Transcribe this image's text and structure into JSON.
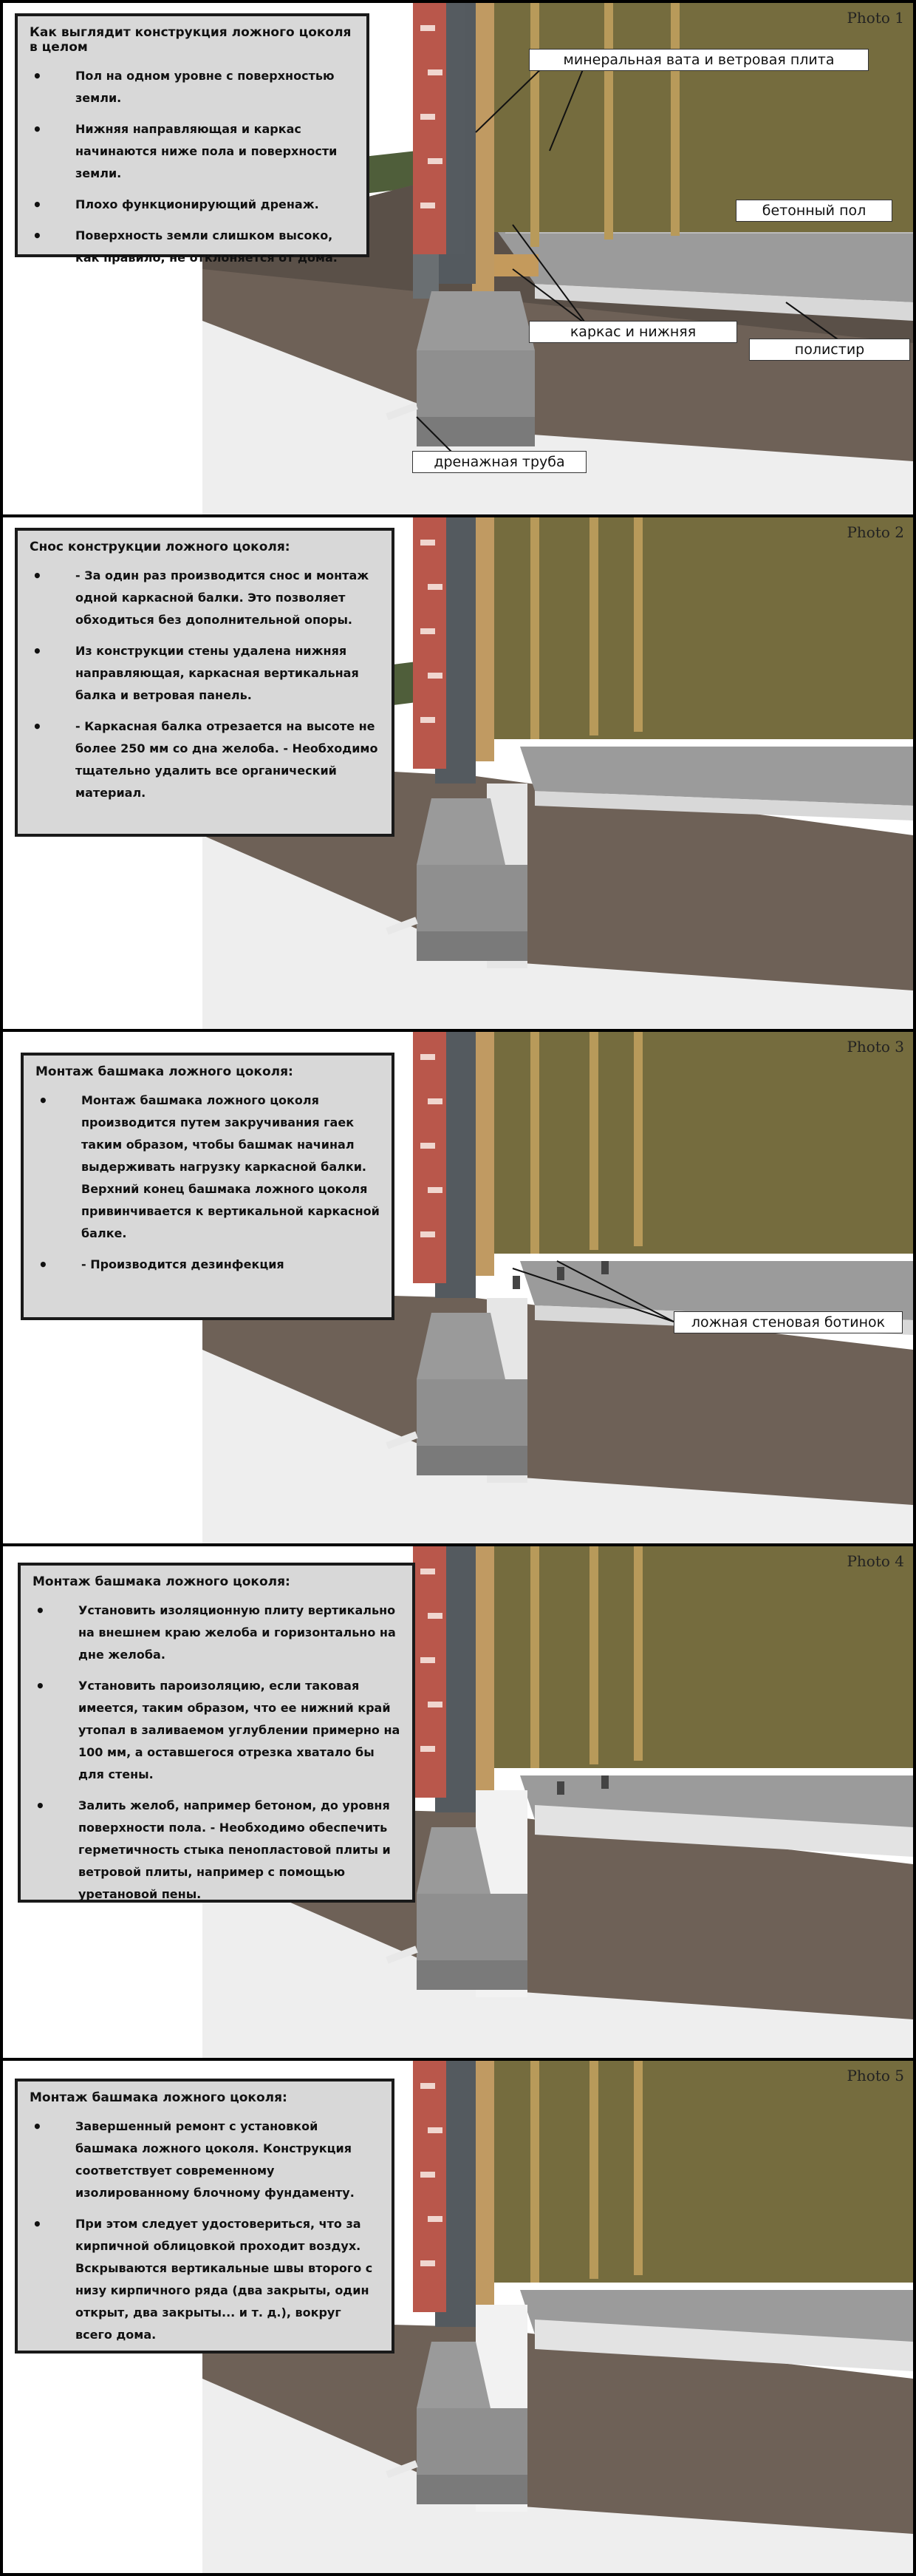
{
  "panels": [
    {
      "photo_label": "Photo 1",
      "title": "Как выглядит конструкция ложного цоколя в целом",
      "bullets": [
        "Пол на одном уровне с поверхностью земли.",
        "Нижняя направляющая и каркас начинаются ниже пола и поверхности земли.",
        "Плохо функционирующий дренаж.",
        "Поверхность земли слишком высоко, как правило, не отклоняется от дома."
      ],
      "callouts": [
        "минеральная вата и ветровая плита",
        "бетонный пол",
        "каркас и нижняя",
        "полистир",
        "дренажная труба"
      ]
    },
    {
      "photo_label": "Photo 2",
      "title": "Снос конструкции ложного цоколя:",
      "bullets": [
        "- За один раз производится снос и монтаж одной каркасной балки. Это позволяет обходиться без дополнительной опоры.",
        "Из конструкции стены удалена нижняя направляющая, каркасная вертикальная балка и ветровая панель.",
        "- Каркасная балка отрезается на высоте не более 250 мм со дна желоба.   - Необходимо тщательно удалить все органический материал."
      ],
      "callouts": []
    },
    {
      "photo_label": "Photo 3",
      "title": "Монтаж башмака ложного цоколя:",
      "bullets": [
        "Монтаж башмака ложного цоколя производится путем закручивания гаек таким образом, чтобы башмак начинал выдерживать нагрузку каркасной балки. Верхний конец башмака ложного цоколя привинчивается к вертикальной каркасной балке.",
        "- Производится дезинфекция"
      ],
      "callouts": [
        "ложная стеновая ботинок"
      ]
    },
    {
      "photo_label": "Photo 4",
      "title": "Монтаж башмака ложного цоколя:",
      "bullets": [
        "Установить изоляционную плиту вертикально на внешнем краю желоба и горизонтально на дне желоба.",
        "Установить пароизоляцию, если таковая имеется, таким образом, что ее нижний край утопал в заливаемом углублении примерно на 100 мм, а оставшегося отрезка хватало бы для стены.",
        "Залить желоб, например бетоном, до уровня поверхности пола.   - Необходимо обеспечить герметичность стыка пенопластовой плиты и ветровой плиты, например с помощью уретановой пены."
      ],
      "callouts": []
    },
    {
      "photo_label": "Photo 5",
      "title": "Монтаж башмака ложного цоколя:",
      "bullets": [
        "Завершенный ремонт с установкой башмака ложного цоколя. Конструкция соответствует современному изолированному блочному фундаменту.",
        "При этом следует удостовериться, что за кирпичной облицовкой проходит воздух. Вскрываются вертикальные швы второго с низу кирпичного ряда (два закрыты, один открыт, два закрыты... и т. д.), вокруг всего дома."
      ],
      "callouts": []
    }
  ]
}
